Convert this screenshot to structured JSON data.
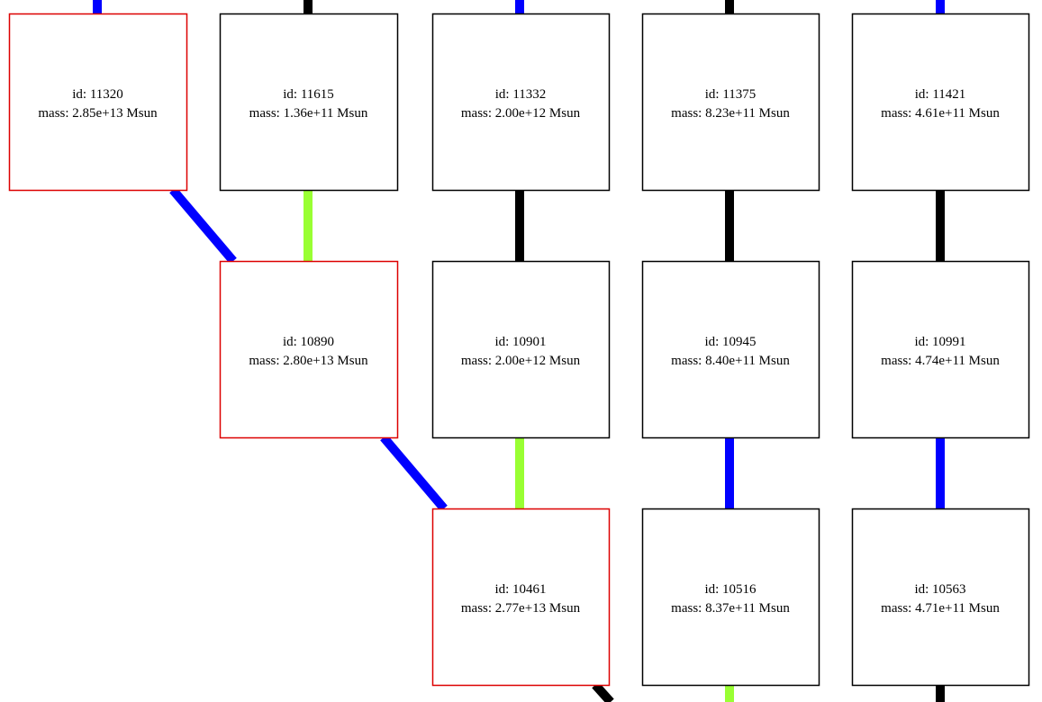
{
  "colors": {
    "blue": "#0000ff",
    "green": "#99ff33",
    "black": "#000000",
    "red": "#dd0000",
    "node_border": "#000000",
    "highlight_border": "#dd0000",
    "background": "#ffffff"
  },
  "nodes": [
    {
      "key": "n11320",
      "id_text": "id: 11320",
      "mass_text": "mass: 2.85e+13 Msun",
      "highlighted": true
    },
    {
      "key": "n11615",
      "id_text": "id: 11615",
      "mass_text": "mass: 1.36e+11 Msun",
      "highlighted": false
    },
    {
      "key": "n11332",
      "id_text": "id: 11332",
      "mass_text": "mass: 2.00e+12 Msun",
      "highlighted": false
    },
    {
      "key": "n11375",
      "id_text": "id: 11375",
      "mass_text": "mass: 8.23e+11 Msun",
      "highlighted": false
    },
    {
      "key": "n11421",
      "id_text": "id: 11421",
      "mass_text": "mass: 4.61e+11 Msun",
      "highlighted": false
    },
    {
      "key": "n10890",
      "id_text": "id: 10890",
      "mass_text": "mass: 2.80e+13 Msun",
      "highlighted": true
    },
    {
      "key": "n10901",
      "id_text": "id: 10901",
      "mass_text": "mass: 2.00e+12 Msun",
      "highlighted": false
    },
    {
      "key": "n10945",
      "id_text": "id: 10945",
      "mass_text": "mass: 8.40e+11 Msun",
      "highlighted": false
    },
    {
      "key": "n10991",
      "id_text": "id: 10991",
      "mass_text": "mass: 4.74e+11 Msun",
      "highlighted": false
    },
    {
      "key": "n10461",
      "id_text": "id: 10461",
      "mass_text": "mass: 2.77e+13 Msun",
      "highlighted": true
    },
    {
      "key": "n10516",
      "id_text": "id: 10516",
      "mass_text": "mass: 8.37e+11 Msun",
      "highlighted": false
    },
    {
      "key": "n10563",
      "id_text": "id: 10563",
      "mass_text": "mass: 4.71e+11 Msun",
      "highlighted": false
    }
  ],
  "edges": [
    {
      "from": "n11320",
      "to": "n10890",
      "color": "blue"
    },
    {
      "from": "n11615",
      "to": "n10890",
      "color": "green"
    },
    {
      "from": "n11332",
      "to": "n10901",
      "color": "black"
    },
    {
      "from": "n11375",
      "to": "n10945",
      "color": "black"
    },
    {
      "from": "n11421",
      "to": "n10991",
      "color": "black"
    },
    {
      "from": "n10890",
      "to": "n10461",
      "color": "blue"
    },
    {
      "from": "n10901",
      "to": "n10461",
      "color": "green"
    },
    {
      "from": "n10945",
      "to": "n10516",
      "color": "blue"
    },
    {
      "from": "n10991",
      "to": "n10563",
      "color": "blue"
    },
    {
      "from": "above",
      "to": "n11320",
      "color": "blue"
    },
    {
      "from": "above",
      "to": "n11615",
      "color": "black"
    },
    {
      "from": "above",
      "to": "n11332",
      "color": "blue"
    },
    {
      "from": "above",
      "to": "n11375",
      "color": "black"
    },
    {
      "from": "above",
      "to": "n11421",
      "color": "blue"
    },
    {
      "from": "n10461",
      "to": "below",
      "color": "black"
    },
    {
      "from": "n10516",
      "to": "below",
      "color": "green"
    },
    {
      "from": "n10563",
      "to": "below",
      "color": "black"
    }
  ]
}
